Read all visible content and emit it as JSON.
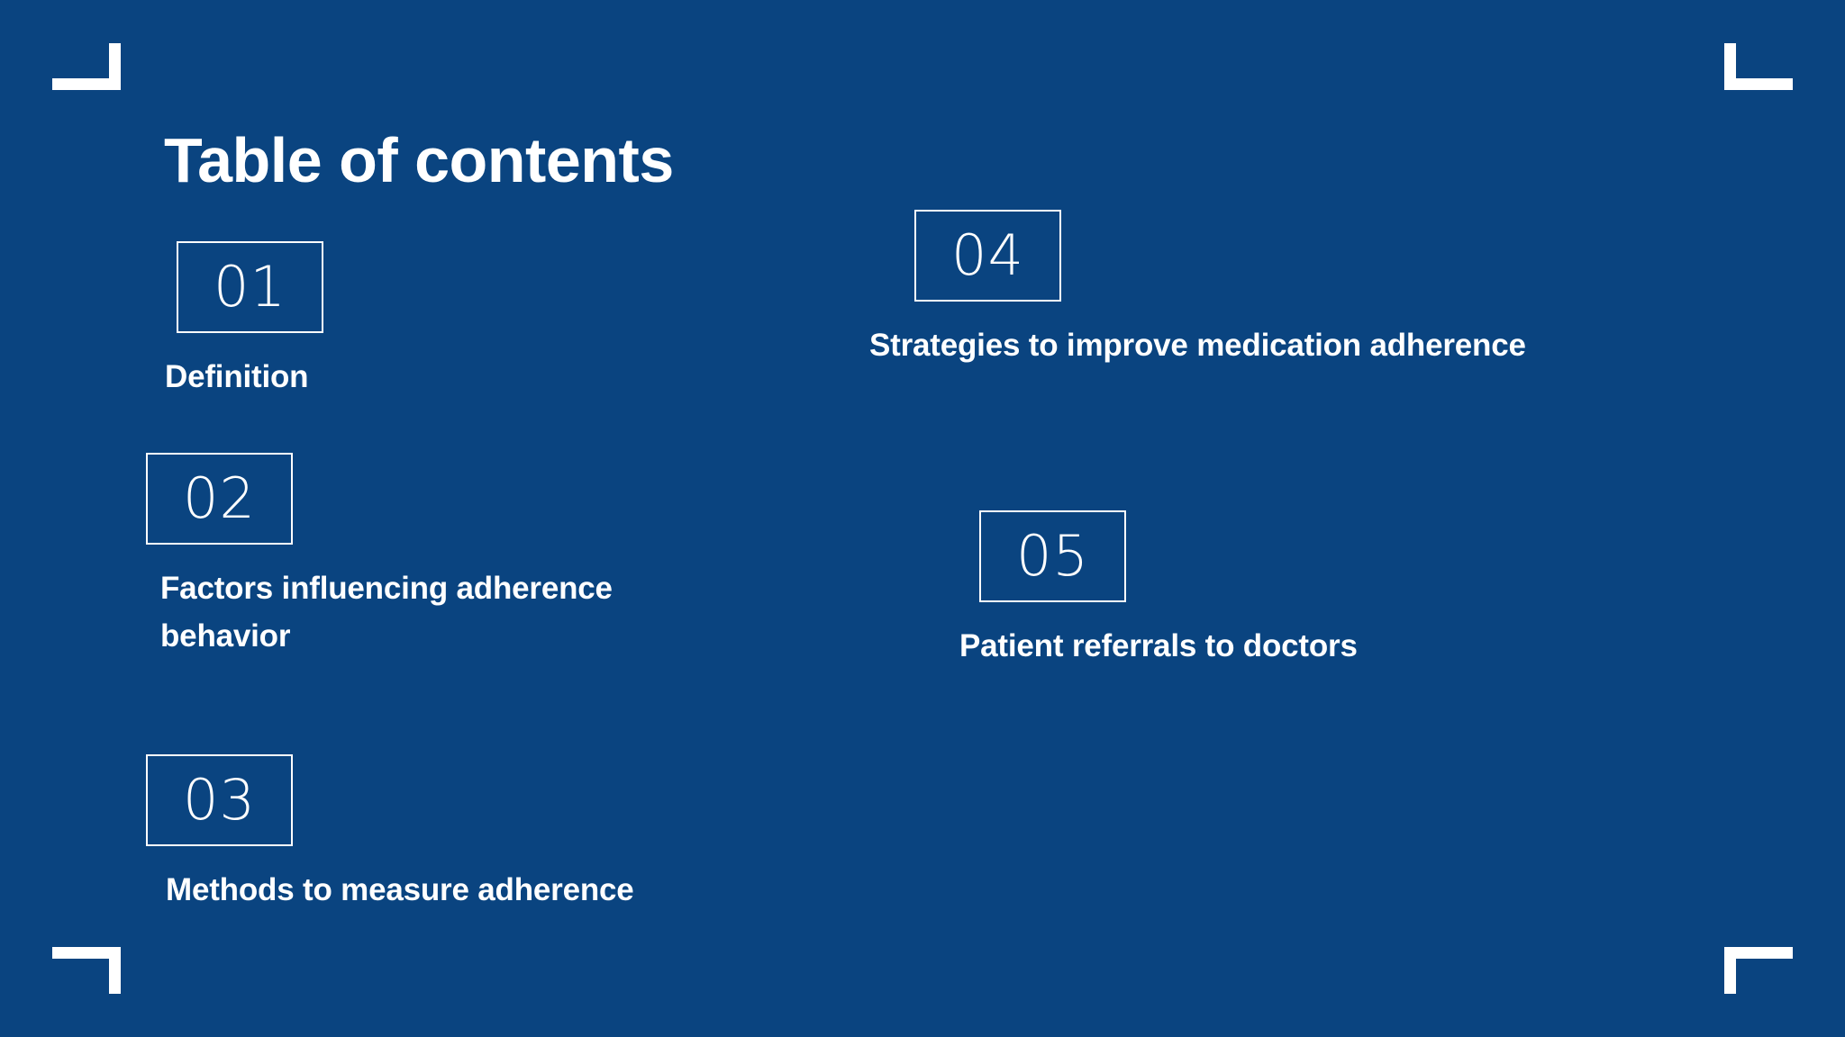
{
  "slide": {
    "title": "Table of contents",
    "background_color": "#0a4480",
    "text_color": "#ffffff"
  },
  "decorations": {
    "corner_top_left": "corner-bracket",
    "corner_top_right": "corner-bracket",
    "corner_bottom_left": "corner-bracket",
    "corner_bottom_right": "corner-bracket"
  },
  "entries": [
    {
      "number": "01",
      "label": "Definition"
    },
    {
      "number": "02",
      "label": "Factors influencing adherence behavior"
    },
    {
      "number": "03",
      "label": "Methods to measure adherence"
    },
    {
      "number": "04",
      "label": "Strategies to improve medication adherence"
    },
    {
      "number": "05",
      "label": "Patient referrals to doctors"
    }
  ]
}
